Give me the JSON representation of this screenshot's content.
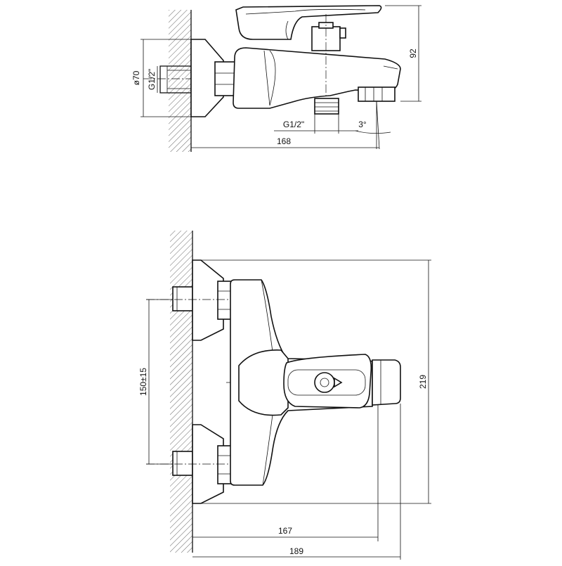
{
  "side_view": {
    "dim_height": "92",
    "dim_flange_diameter": "ø70",
    "dim_inlet_thread": "G1/2\"",
    "dim_outlet_thread": "G1/2\"",
    "dim_spout_angle": "3°",
    "dim_length": "168"
  },
  "front_view": {
    "dim_inlet_spacing": "150±15",
    "dim_height": "219",
    "dim_spout_reach": "167",
    "dim_total_length": "189"
  }
}
